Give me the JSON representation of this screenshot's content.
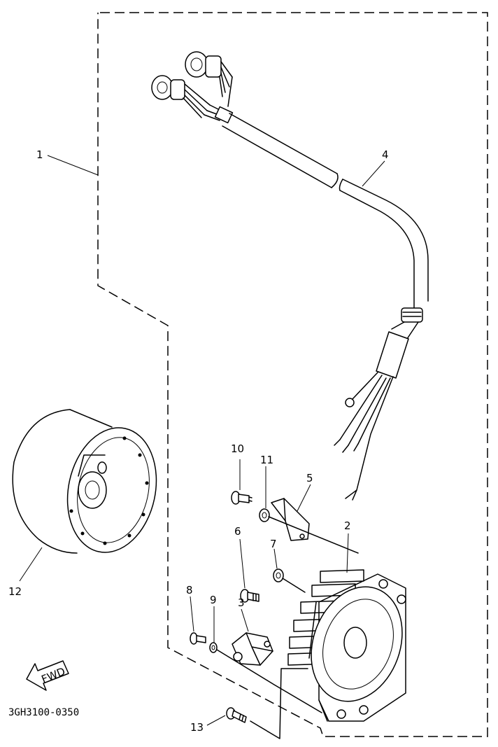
{
  "parts": [
    {
      "id": "1",
      "label": "1"
    },
    {
      "id": "2",
      "label": "2"
    },
    {
      "id": "3",
      "label": "3"
    },
    {
      "id": "4",
      "label": "4"
    },
    {
      "id": "5",
      "label": "5"
    },
    {
      "id": "6",
      "label": "6"
    },
    {
      "id": "7",
      "label": "7"
    },
    {
      "id": "8",
      "label": "8"
    },
    {
      "id": "9",
      "label": "9"
    },
    {
      "id": "10",
      "label": "10"
    },
    {
      "id": "11",
      "label": "11"
    },
    {
      "id": "12",
      "label": "12"
    },
    {
      "id": "13",
      "label": "13"
    }
  ],
  "fwd_marker": "FWD",
  "drawing_code": "3GH3100-0350"
}
